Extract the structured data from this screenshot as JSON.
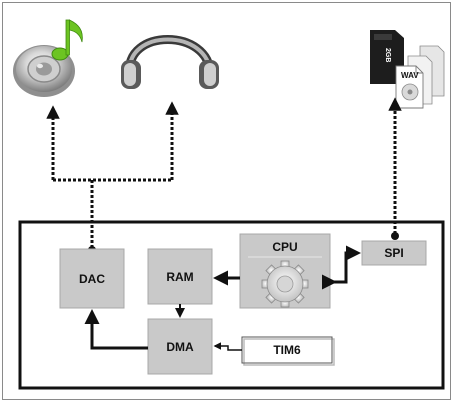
{
  "blocks": {
    "dac": "DAC",
    "ram": "RAM",
    "dma": "DMA",
    "cpu": "CPU",
    "spi": "SPI",
    "tim6": "TIM6"
  },
  "icons": {
    "speaker": "speaker-with-music-note-icon",
    "headphones": "headphones-icon",
    "sd_card": "sd-card-icon",
    "wav_file": "wav-file-icon",
    "cpu": "cpu-gear-icon"
  },
  "icon_text": {
    "wav_label": "WAV",
    "sd_label": "2GB"
  },
  "colors": {
    "block_fill": "#c9c9c9",
    "block_border": "#a8a8a8",
    "line": "#111111",
    "note_green": "#6cc422"
  }
}
